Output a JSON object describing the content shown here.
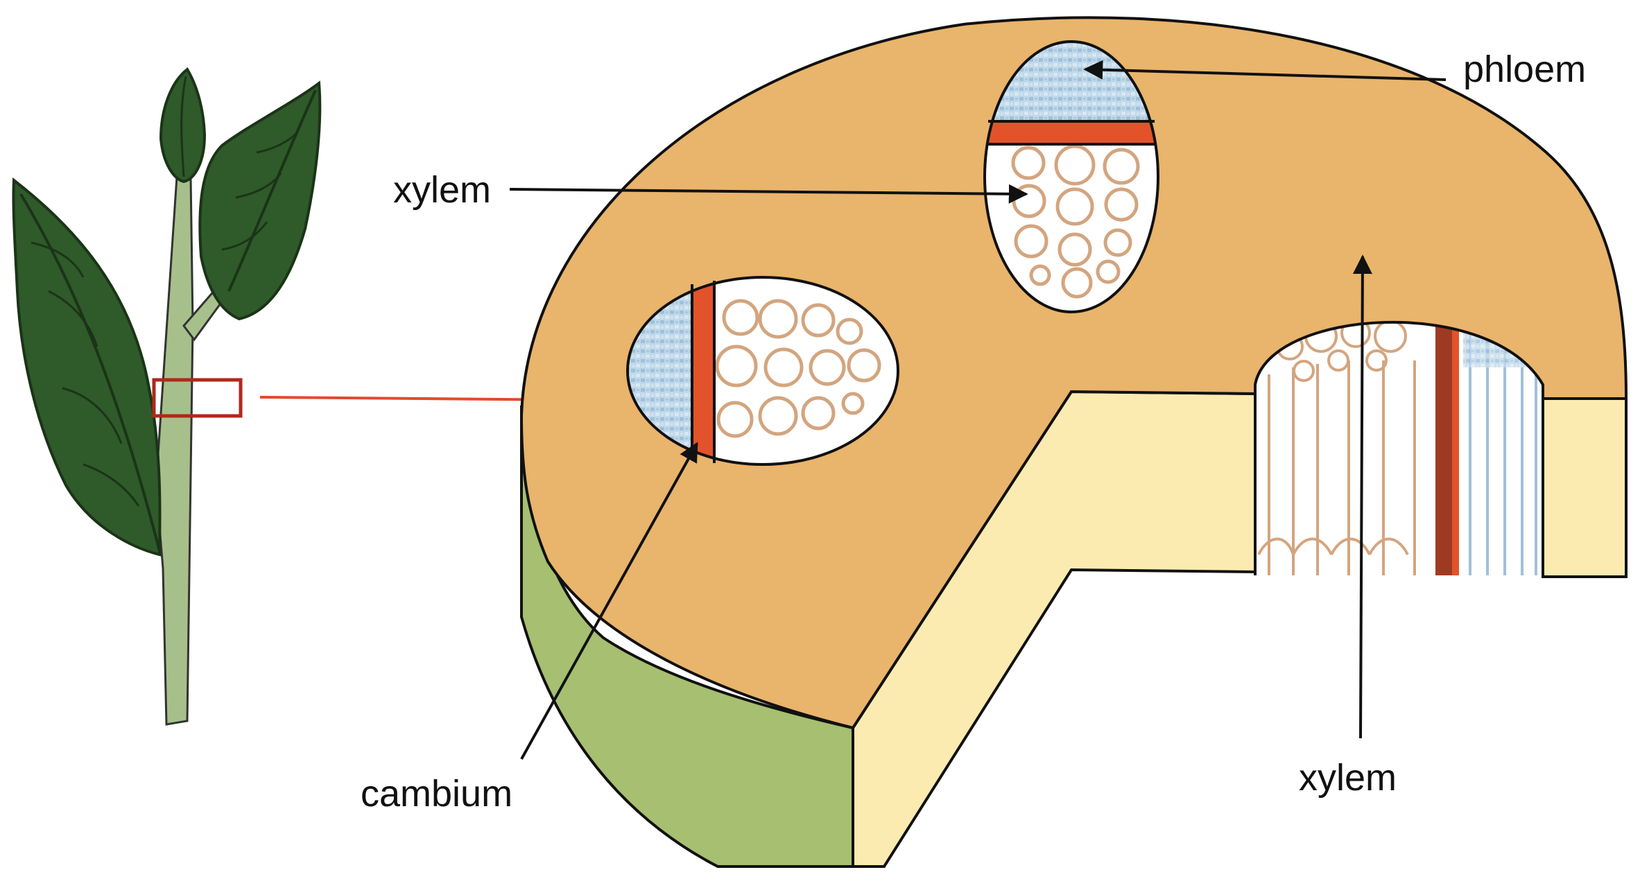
{
  "labels": {
    "phloem": "phloem",
    "xylem_left": "xylem",
    "cambium": "cambium",
    "xylem_bottom": "xylem"
  },
  "colors": {
    "background": "#ffffff",
    "cortex_top": "#E9B46B",
    "stem_side": "#A6BF70",
    "cut_face": "#FCEBB0",
    "phloem": "#BFD8EA",
    "cambium": "#E2532B",
    "xylem_vessel": "#D3A57F",
    "leaf": "#2F5A2A",
    "stalk": "#A7C08B",
    "pointer_red": "#E24A2E",
    "outline": "#111111"
  },
  "icons": {
    "plant": "plant-sprig-icon",
    "selection_box": "selection-rectangle-icon"
  }
}
